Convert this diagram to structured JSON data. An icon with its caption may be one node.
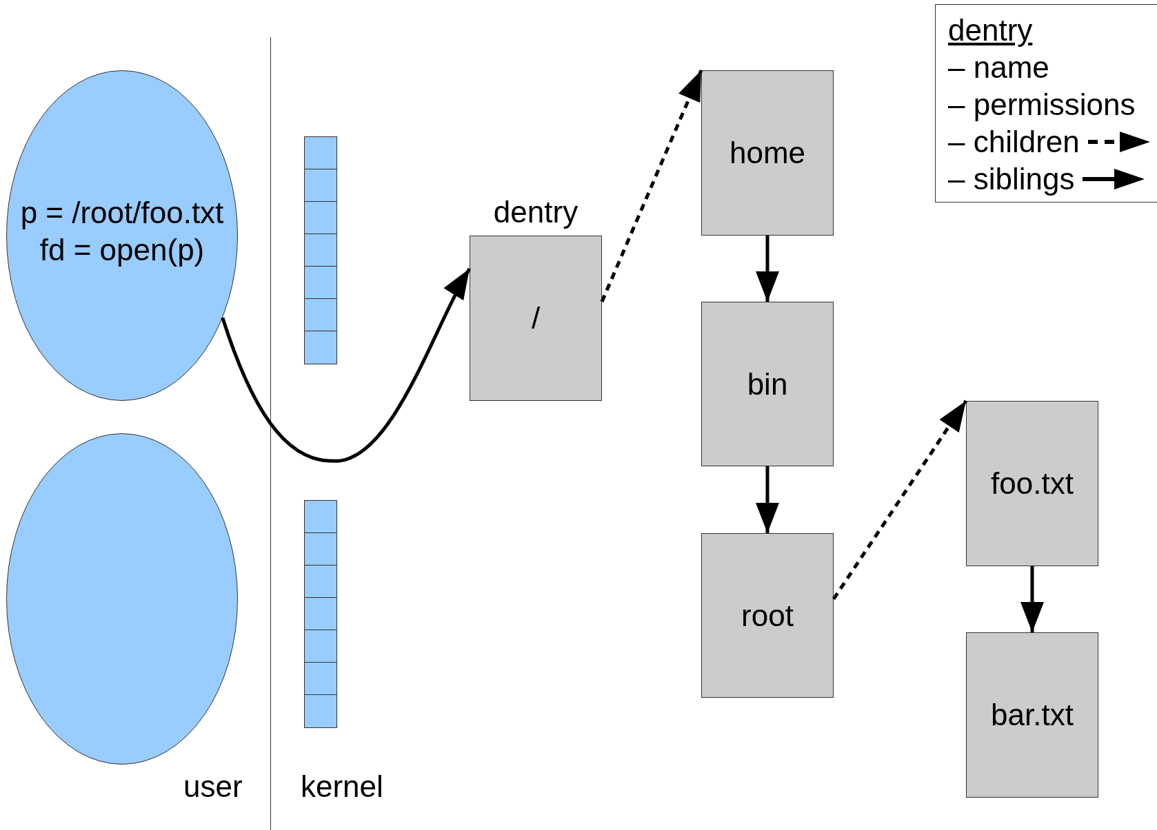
{
  "diagram": {
    "nodes": [
      {
        "text": [
          "p = /root/foo.txt",
          "fd = open(p)"
        ]
      },
      {
        "text": [],
        "shape": "ellipse"
      },
      {
        "text": [
          "dentry",
          "/"
        ]
      },
      {
        "text": [
          "home"
        ]
      },
      {
        "text": [
          "bin"
        ]
      },
      {
        "text": [
          "root"
        ]
      },
      {
        "text": [
          "foo.txt"
        ]
      },
      {
        "text": [
          "bar.txt"
        ]
      }
    ],
    "edges": [
      {
        "from": 0,
        "to": 2,
        "arrow": "to"
      },
      {
        "from": 2,
        "to": 3,
        "arrow": "to",
        "style": "dashed"
      },
      {
        "from": 3,
        "to": 4,
        "arrow": "to"
      },
      {
        "from": 4,
        "to": 5,
        "arrow": "to"
      },
      {
        "from": 5,
        "to": 6,
        "arrow": "to",
        "style": "dashed"
      },
      {
        "from": 6,
        "to": 7,
        "arrow": "to"
      }
    ],
    "labels": [
      "user",
      "kernel",
      "dentry",
      "– name",
      "– permissions"
    ],
    "legend": [
      {
        "text": "– children"
      },
      {
        "text": "– siblings"
      }
    ]
  }
}
